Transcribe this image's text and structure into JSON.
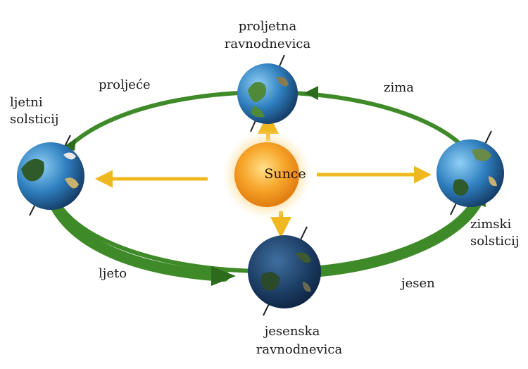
{
  "labels": {
    "sun": "Sunce",
    "spring_equinox_line1": "proljetna",
    "spring_equinox_line2": "ravnodnevica",
    "autumn_equinox_line1": "jesenska",
    "autumn_equinox_line2": "ravnodnevica",
    "summer_solstice_line1": "ljetni",
    "summer_solstice_line2": "solsticij",
    "winter_solstice_line1": "zimski",
    "winter_solstice_line2": "solsticij",
    "season_spring": "proljeće",
    "season_winter": "zima",
    "season_summer": "ljeto",
    "season_autumn": "jesen"
  },
  "colors": {
    "orbit_green": "#3f8a28",
    "orbit_green_dark": "#2d6b1c",
    "sun_core": "#f5a623",
    "sun_glow": "#ffd27a",
    "ray_yellow": "#f0b820",
    "ocean": "#2f7fbf",
    "land": "#4f8a3a"
  }
}
